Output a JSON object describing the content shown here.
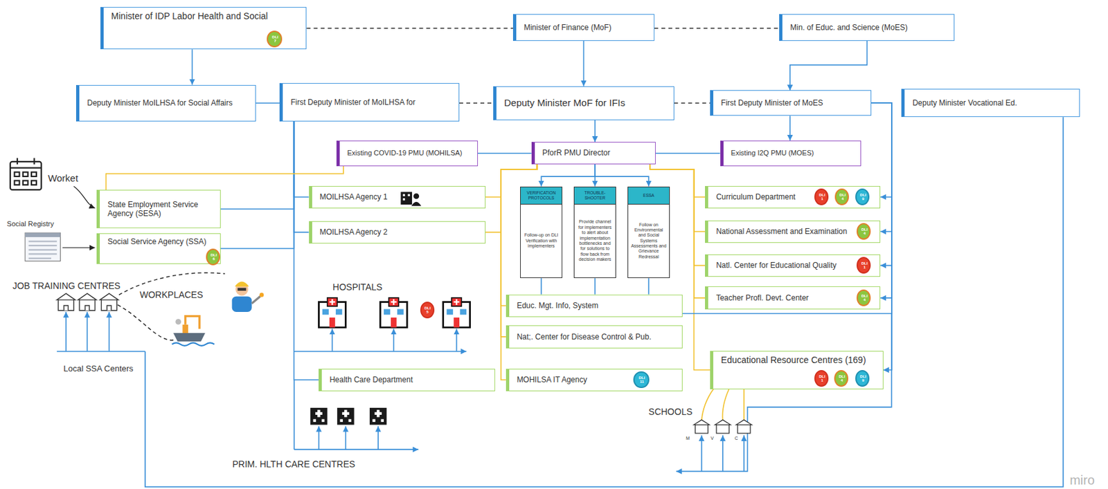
{
  "diagram": {
    "nodes": [
      {
        "text": [
          "Minister of IDP Labor Health and Social"
        ]
      },
      {
        "text": [
          "DLI 7"
        ],
        "in": 0
      },
      {
        "text": [
          "Minister of Finance (MoF)"
        ]
      },
      {
        "text": [
          "Min. of Educ. and Science (MoES)"
        ]
      },
      {
        "text": [
          "Deputy Minister MoILHSA for Social Affairs"
        ]
      },
      {
        "text": [
          "First Deputy Minister of MoILHSA for"
        ]
      },
      {
        "text": [
          "Deputy Minister MoF for IFIs"
        ]
      },
      {
        "text": [
          "First Deputy Minister of MoES"
        ]
      },
      {
        "text": [
          "Deputy Minister Vocational Ed."
        ]
      },
      {
        "text": [
          "Existing COVID-19 PMU (MOHILSA)"
        ]
      },
      {
        "text": [
          "PforR PMU Director"
        ]
      },
      {
        "text": [
          "Existing I2Q PMU (MOES)"
        ]
      },
      {
        "text": [
          "VERIFICATION PROTOCOLS",
          "Follow-up on DLI Verification with implementers"
        ]
      },
      {
        "text": [
          "TROUBLE-SHOOTER",
          "Provide channel for implementers to alert about implementation bottlenecks and for solutions to flow back from decision makers"
        ]
      },
      {
        "text": [
          "ESSA",
          "Follow on Environmental and Social Systems Assessments and Grievance Redressal"
        ]
      },
      {
        "text": [
          "State Employment Service Agency (SESA)"
        ]
      },
      {
        "text": [
          "Social Service Agency (SSA)"
        ]
      },
      {
        "text": [
          "DLI 6"
        ],
        "in": 16
      },
      {
        "text": [
          "MOILHSA Agency 1"
        ]
      },
      {
        "text": [
          "MOILHSA Agency 2"
        ]
      },
      {
        "text": [
          "Curriculum Department"
        ]
      },
      {
        "text": [
          "DLI 1"
        ],
        "in": 20
      },
      {
        "text": [
          "DLI 4"
        ],
        "in": 20
      },
      {
        "text": [
          "DLI 9"
        ],
        "in": 20
      },
      {
        "text": [
          "National Assessment and Examination"
        ]
      },
      {
        "text": [
          "DLI 4"
        ],
        "in": 24
      },
      {
        "text": [
          "Natl. Center for Educational Quality"
        ]
      },
      {
        "text": [
          "DLI 1"
        ],
        "in": 26
      },
      {
        "text": [
          "Teacher Profl. Devt. Center"
        ]
      },
      {
        "text": [
          "DLI 4"
        ],
        "in": 28
      },
      {
        "text": [
          "Educ. Mgt. Info, System"
        ]
      },
      {
        "text": [
          "Nat;. Center for Disease Control & Pub."
        ]
      },
      {
        "text": [
          "Health Care Department"
        ]
      },
      {
        "text": [
          "MOHILSA IT Agency"
        ]
      },
      {
        "text": [
          "DLI 11"
        ],
        "in": 33
      },
      {
        "text": [
          "Educational Resource Centres (169)"
        ]
      },
      {
        "text": [
          "DLI 1"
        ],
        "in": 35
      },
      {
        "text": [
          "DLI 4"
        ],
        "in": 35
      },
      {
        "text": [
          "DLI 9"
        ],
        "in": 35
      },
      {
        "text": [
          "DLI 5"
        ]
      }
    ],
    "edges": [
      {
        "from": 0,
        "to": 4,
        "arrow": "to"
      },
      {
        "from": 0,
        "to": 2,
        "arrow": "none"
      },
      {
        "from": 2,
        "to": 3,
        "arrow": "none"
      },
      {
        "from": 2,
        "to": 6,
        "arrow": "to"
      },
      {
        "from": 3,
        "to": 7,
        "arrow": "to"
      },
      {
        "from": 4,
        "to": 5,
        "arrow": "none"
      },
      {
        "from": 5,
        "to": 6,
        "arrow": "none"
      },
      {
        "from": 6,
        "to": 7,
        "arrow": "none"
      },
      {
        "from": 6,
        "to": 10,
        "arrow": "to"
      },
      {
        "from": 7,
        "to": 11,
        "arrow": "to"
      },
      {
        "from": 9,
        "to": 10,
        "arrow": "none"
      },
      {
        "from": 10,
        "to": 11,
        "arrow": "none"
      },
      {
        "from": 10,
        "to": 12,
        "arrow": "to"
      },
      {
        "from": 10,
        "to": 13,
        "arrow": "to"
      },
      {
        "from": 10,
        "to": 14,
        "arrow": "to"
      },
      {
        "from": 5,
        "to": 15,
        "arrow": "none"
      },
      {
        "from": 5,
        "to": 16,
        "arrow": "none"
      },
      {
        "from": 5,
        "to": 18,
        "arrow": "none"
      },
      {
        "from": 5,
        "to": 19,
        "arrow": "none"
      },
      {
        "from": 5,
        "to": 32,
        "arrow": "none"
      },
      {
        "from": 9,
        "to": 15,
        "arrow": "none"
      },
      {
        "from": 10,
        "to": 18,
        "arrow": "none"
      },
      {
        "from": 10,
        "to": 19,
        "arrow": "none"
      },
      {
        "from": 10,
        "to": 30,
        "arrow": "none"
      },
      {
        "from": 10,
        "to": 31,
        "arrow": "none"
      },
      {
        "from": 10,
        "to": 33,
        "arrow": "none"
      },
      {
        "from": 10,
        "to": 20,
        "arrow": "none"
      },
      {
        "from": 10,
        "to": 24,
        "arrow": "none"
      },
      {
        "from": 10,
        "to": 26,
        "arrow": "none"
      },
      {
        "from": 10,
        "to": 28,
        "arrow": "none"
      },
      {
        "from": 10,
        "to": 35,
        "arrow": "none"
      },
      {
        "from": 7,
        "to": 20,
        "arrow": "to"
      },
      {
        "from": 7,
        "to": 24,
        "arrow": "to"
      },
      {
        "from": 7,
        "to": 26,
        "arrow": "to"
      },
      {
        "from": 7,
        "to": 28,
        "arrow": "to"
      },
      {
        "from": 7,
        "to": 35,
        "arrow": "to"
      },
      {
        "from": 7,
        "to": 30,
        "arrow": "none"
      },
      {
        "from": 12,
        "to": 30,
        "arrow": "none"
      },
      {
        "from": 13,
        "to": 30,
        "arrow": "none"
      },
      {
        "from": 14,
        "to": 30,
        "arrow": "none"
      }
    ],
    "labels": [
      "Worket",
      "Social Registry",
      "JOB TRAINING CENTRES",
      "WORKPLACES",
      "HOSPITALS",
      "Local SSA Centers",
      "SCHOOLS",
      "M",
      "V",
      "C",
      "PRIM. HLTH CARE CENTRES",
      "miro"
    ]
  }
}
